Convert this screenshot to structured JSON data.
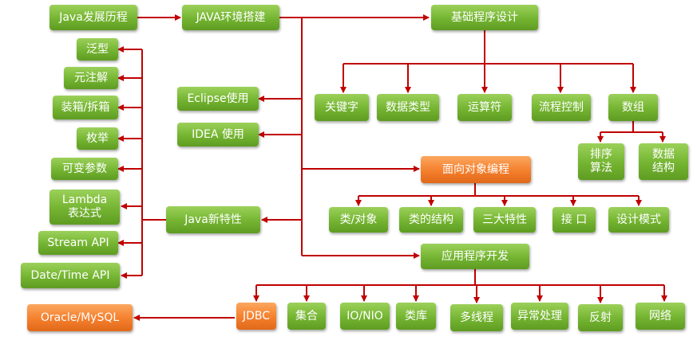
{
  "colors": {
    "green": "#74b431",
    "orange": "#f47f2c",
    "arrow": "#c00000"
  },
  "nodes": {
    "java_history": "Java发展历程",
    "java_env": "JAVA环境搭建",
    "basic_programming": "基础程序设计",
    "eclipse": "Eclipse使用",
    "idea": "IDEA 使用",
    "java_new_features": "Java新特性",
    "oop": "面向对象编程",
    "app_dev": "应用程序开发",
    "features": {
      "generics": "泛型",
      "annotations": "元注解",
      "boxing": "装箱/拆箱",
      "enums": "枚举",
      "varargs": "可变参数",
      "lambda": "Lambda\n表达式",
      "stream": "Stream API",
      "datetime": "Date/Time API"
    },
    "basic": {
      "keywords": "关键字",
      "datatypes": "数据类型",
      "operators": "运算符",
      "flow_control": "流程控制",
      "arrays": "数组",
      "sort_algo": "排序\n算法",
      "data_struct": "数据\n结构"
    },
    "oop_children": {
      "class_object": "类/对象",
      "class_structure": "类的结构",
      "three_features": "三大特性",
      "interface": "接 口",
      "design_patterns": "设计模式"
    },
    "app_children": {
      "jdbc": "JDBC",
      "collections": "集合",
      "io_nio": "IO/NIO",
      "libraries": "类库",
      "multithreading": "多线程",
      "exception": "异常处理",
      "reflection": "反射",
      "network": "网络"
    },
    "oracle_mysql": "Oracle/MySQL"
  }
}
